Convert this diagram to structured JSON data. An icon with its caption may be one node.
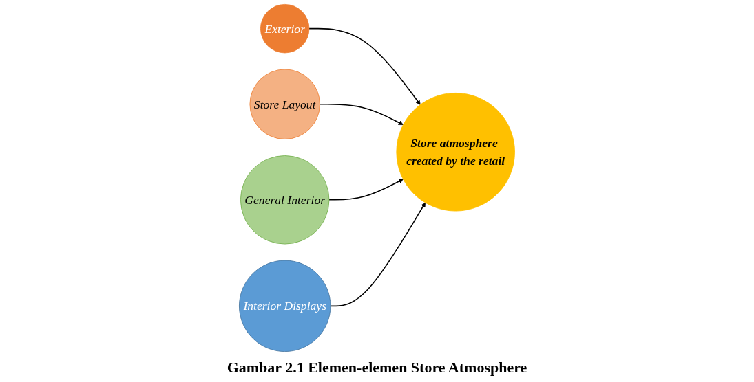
{
  "diagram": {
    "caption": "Gambar 2.1 Elemen-elemen Store Atmosphere",
    "nodes": [
      {
        "text": [
          "Exterior"
        ]
      },
      {
        "text": [
          "Store Layout"
        ]
      },
      {
        "text": [
          "Store atmosphere created by the retail"
        ]
      },
      {
        "text": [
          "General Interior"
        ]
      },
      {
        "text": [
          "Interior Displays"
        ]
      }
    ],
    "edges": [
      {
        "from": 0,
        "to": 2,
        "arrow": "to"
      },
      {
        "from": 1,
        "to": 2,
        "arrow": "to"
      },
      {
        "from": 3,
        "to": 2,
        "arrow": "to"
      },
      {
        "from": 4,
        "to": 2,
        "arrow": "to"
      }
    ]
  }
}
